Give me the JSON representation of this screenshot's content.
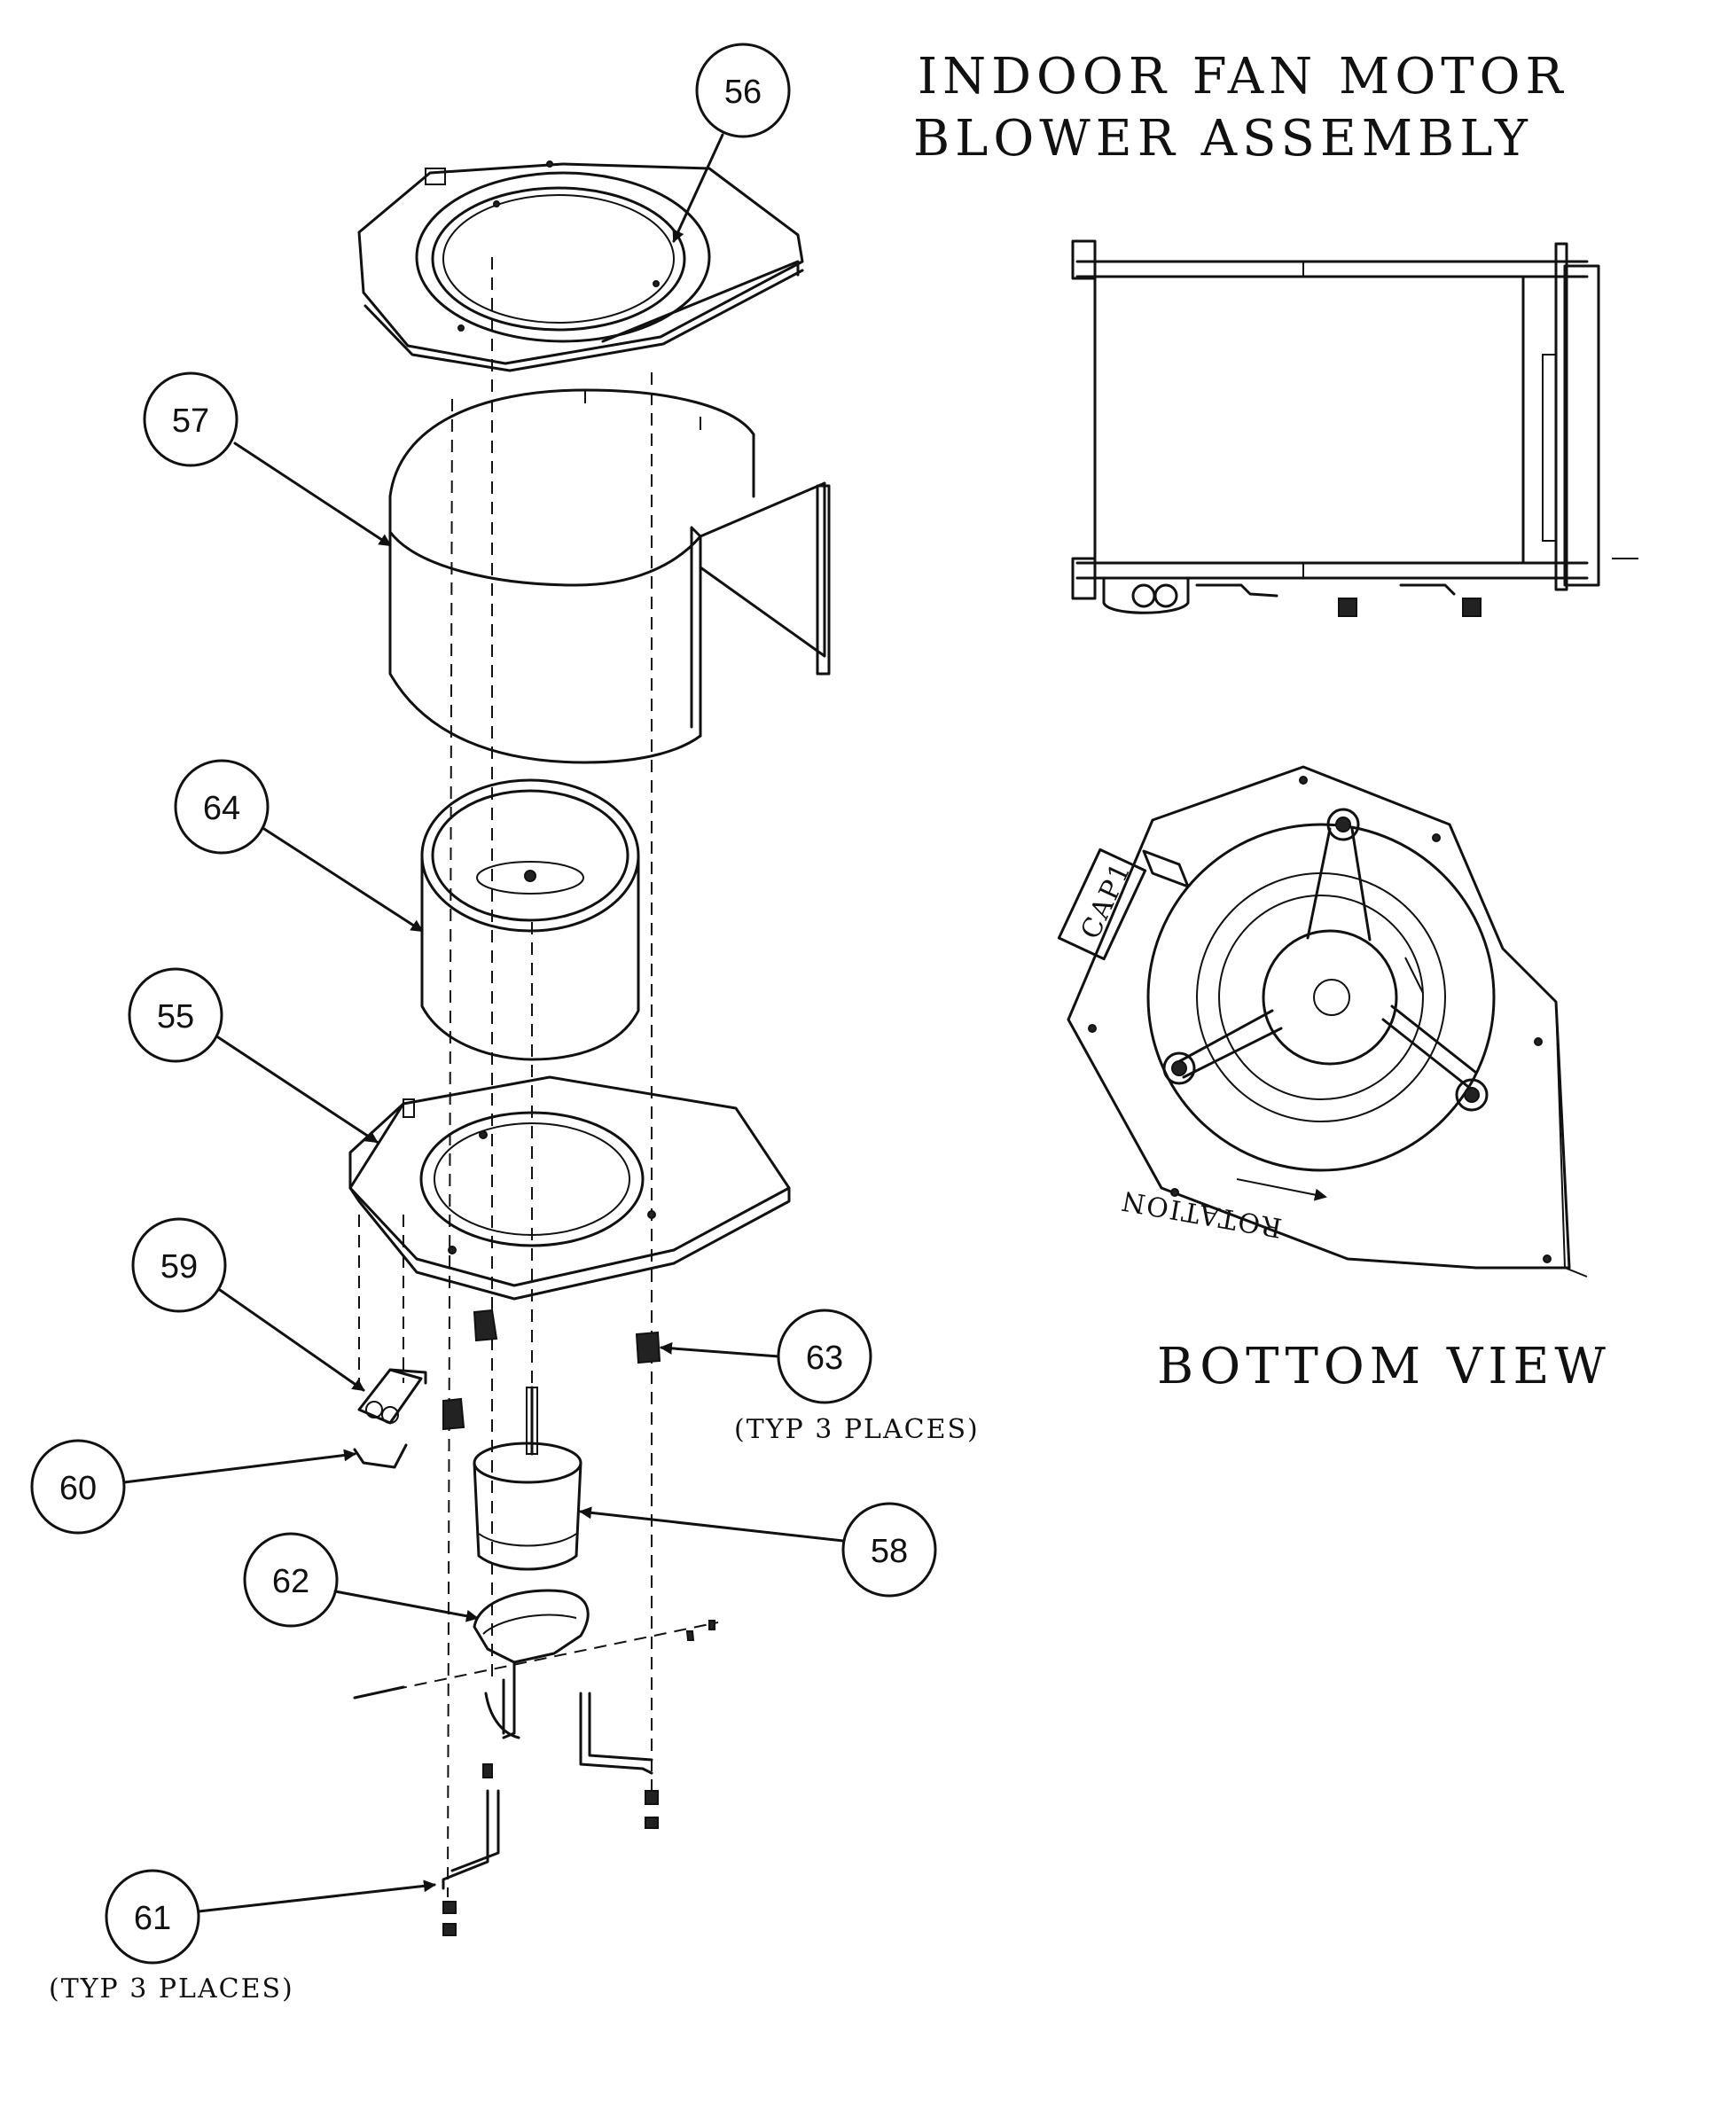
{
  "title": {
    "line1": "INDOOR FAN MOTOR",
    "line2": "BLOWER ASSEMBLY"
  },
  "bottom_view_label": "BOTTOM VIEW",
  "cap_label": "CAP1",
  "rotation_label": "ROTATION",
  "callouts": [
    "56",
    "57",
    "64",
    "55",
    "59",
    "60",
    "62",
    "61",
    "63",
    "58"
  ],
  "notes": {
    "typ_63": "(TYP 3 PLACES)",
    "typ_61": "(TYP 3 PLACES)"
  }
}
